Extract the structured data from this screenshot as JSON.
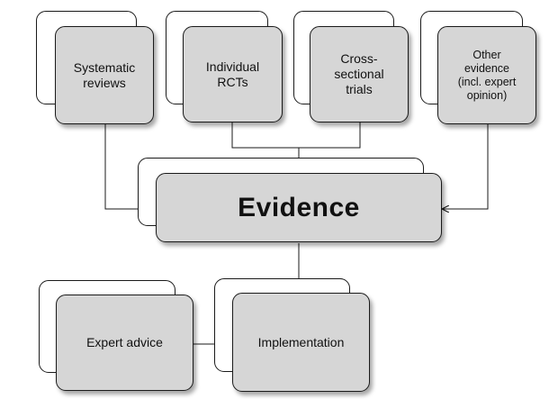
{
  "nodes": {
    "systematic_reviews": "Systematic\nreviews",
    "individual_rcts": "Individual\nRCTs",
    "cross_sectional_trials": "Cross-\nsectional\ntrials",
    "other_evidence": "Other\nevidence\n(incl. expert\nopinion)",
    "evidence": "Evidence",
    "expert_advice": "Expert advice",
    "implementation": "Implementation"
  },
  "colors": {
    "box_fill": "#d6d6d6",
    "box_back_fill": "#ffffff",
    "stroke": "#1a1a1a"
  }
}
